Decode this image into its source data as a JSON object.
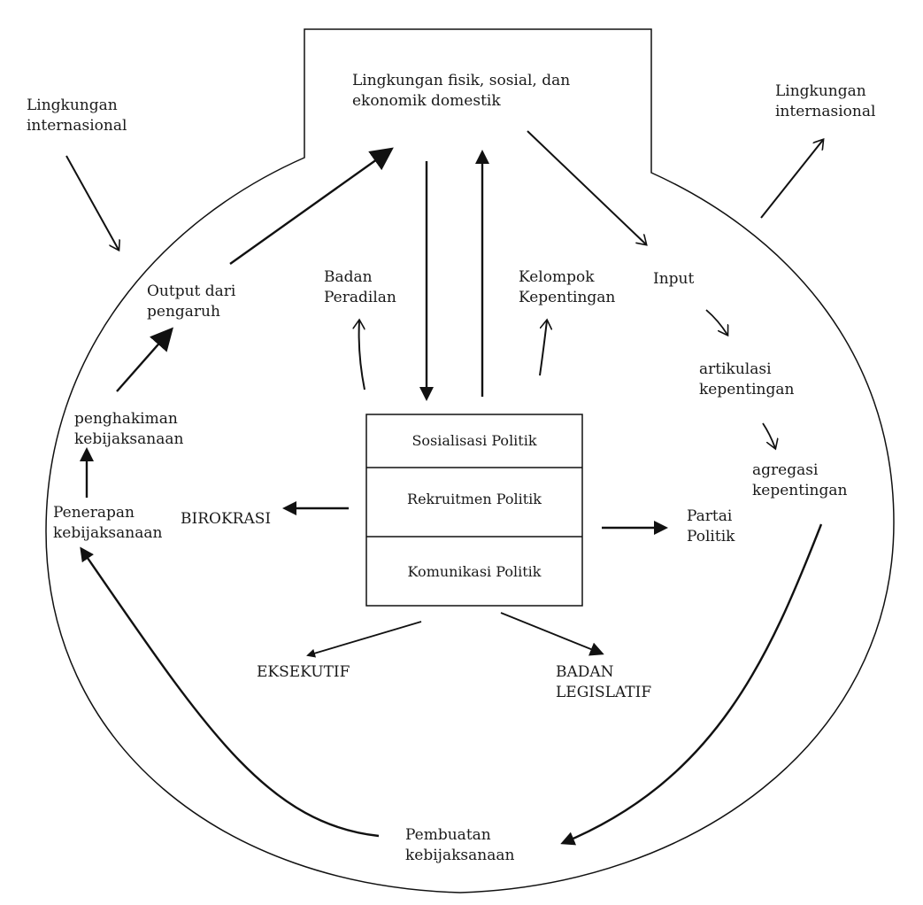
{
  "top_env": {
    "line1": "Lingkungan fisik, sosial, dan",
    "line2": "ekonomik domestik"
  },
  "intl_left": {
    "line1": "Lingkungan",
    "line2": "internasional"
  },
  "intl_right": {
    "line1": "Lingkungan",
    "line2": "internasional"
  },
  "output": {
    "line1": "Output dari",
    "line2": "pengaruh"
  },
  "judiciary": {
    "line1": "Badan",
    "line2": "Peradilan"
  },
  "interest_groups": {
    "line1": "Kelompok",
    "line2": "Kepentingan"
  },
  "input": {
    "line1": "Input"
  },
  "articulation": {
    "line1": "artikulasi",
    "line2": "kepentingan"
  },
  "aggregation": {
    "line1": "agregasi",
    "line2": "kepentingan"
  },
  "adjudication": {
    "line1": "penghakiman",
    "line2": "kebijaksanaan"
  },
  "application": {
    "line1": "Penerapan",
    "line2": "kebijaksanaan"
  },
  "bureaucracy": {
    "line1": "BIROKRASI"
  },
  "parties": {
    "line1": "Partai",
    "line2": "Politik"
  },
  "executive": {
    "line1": "EKSEKUTIF"
  },
  "legislature": {
    "line1": "BADAN",
    "line2": "LEGISLATIF"
  },
  "policy_making": {
    "line1": "Pembuatan",
    "line2": "kebijaksanaan"
  },
  "functions_box": {
    "row1": "Sosialisasi Politik",
    "row2": "Rekruitmen Politik",
    "row3": "Komunikasi Politik"
  },
  "colors": {
    "stroke": "#111111",
    "background": "#ffffff"
  }
}
